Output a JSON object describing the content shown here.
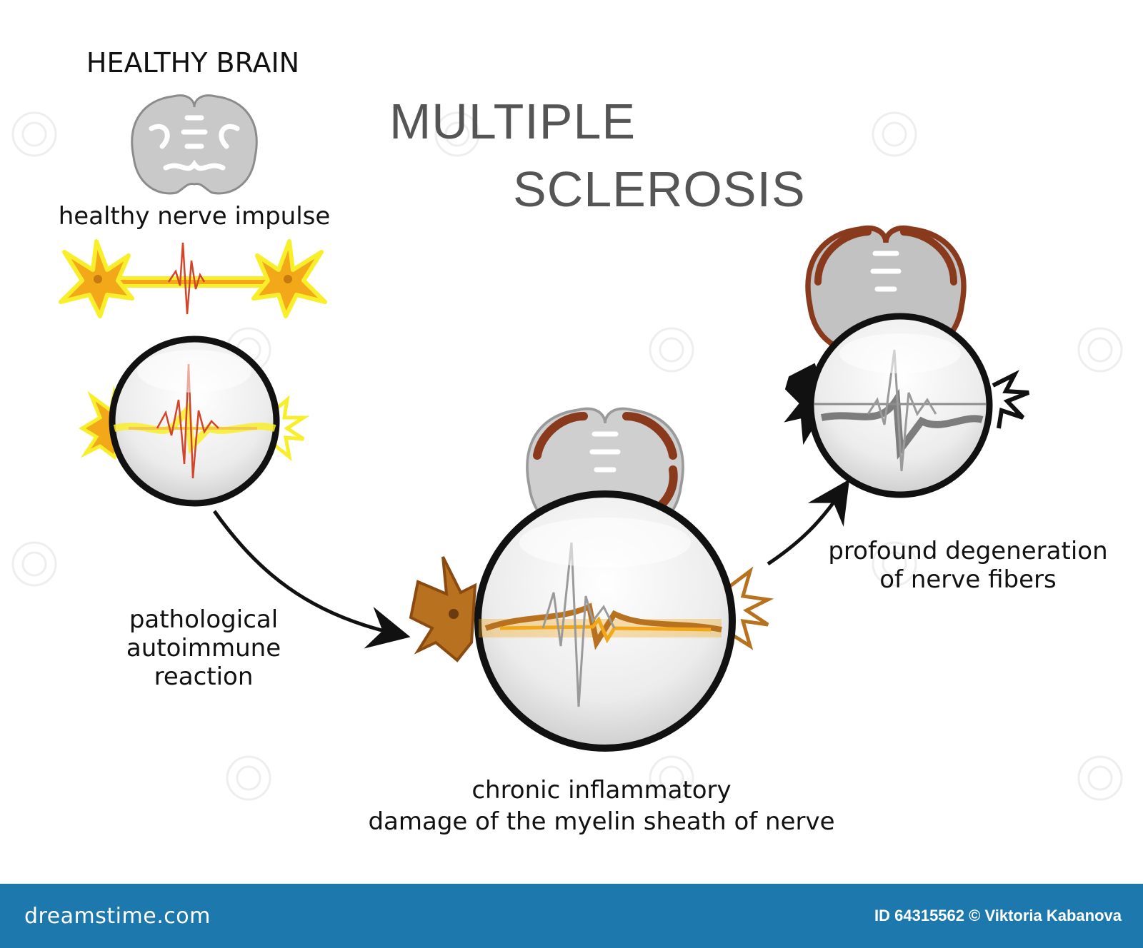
{
  "healthy_brain_label": "HEALTHY BRAIN",
  "title": {
    "line1": "MULTIPLE",
    "line2": "SCLEROSIS"
  },
  "healthy_impulse_label": "healthy nerve impulse",
  "reaction_label": {
    "line1": "pathological",
    "line2": "autoimmune",
    "line3": "reaction"
  },
  "chronic_label": {
    "line1": "chronic inflammatory",
    "line2": "damage of the myelin sheath of nerve"
  },
  "degeneration_label": {
    "line1": "profound degeneration",
    "line2": "of nerve fibers"
  },
  "footer": {
    "logo": "dreamstime.com",
    "credit": "ID 64315562 © Viktoria Kabanova"
  },
  "colors": {
    "footer_bar": "#1c78ad",
    "neuron_healthy": "#f3a81a",
    "neuron_halo": "#f8ef2a",
    "neuron_damaged": "#b8711e",
    "neuron_degenerated": "#111111",
    "lesion": "#8a3a1c",
    "brain_grey": "#b4b4b4",
    "impulse": "#d2452a"
  },
  "icons": [
    "brain-icon",
    "neuron-icon",
    "magnifier-lens-icon",
    "arrow-icon"
  ]
}
